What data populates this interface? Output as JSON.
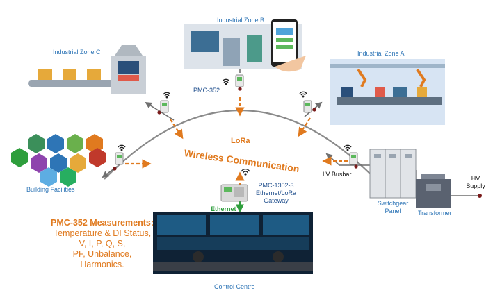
{
  "zones": {
    "zone_c": "Industrial Zone C",
    "zone_b": "Industrial Zone B",
    "zone_a": "Industrial Zone A",
    "building": "Building Facilities"
  },
  "devices": {
    "pmc352": "PMC-352",
    "gateway_line1": "PMC-1302-3",
    "gateway_line2": "Ethernet/LoRa",
    "gateway_line3": "Gateway",
    "ethernet": "Ethernet"
  },
  "center": {
    "line1": "LoRa",
    "line2": "Wireless Communication"
  },
  "power": {
    "lv_busbar": "LV Busbar",
    "switchgear_line1": "Switchgear",
    "switchgear_line2": "Panel",
    "transformer": "Transformer",
    "hv_line1": "HV",
    "hv_line2": "Supply"
  },
  "control_centre": "Control Centre",
  "measurements": {
    "title": "PMC-352 Measurements:",
    "lines": [
      "Temperature & DI Status,",
      "V, I, P, Q, S,",
      "PF, Unbalance,",
      "Harmonics."
    ]
  },
  "colors": {
    "orange": "#e07a1f",
    "blue": "#2e75b6",
    "green": "#2e9e3c",
    "grey_line": "#7f7f7f",
    "dark_red": "#7a1b1b"
  }
}
